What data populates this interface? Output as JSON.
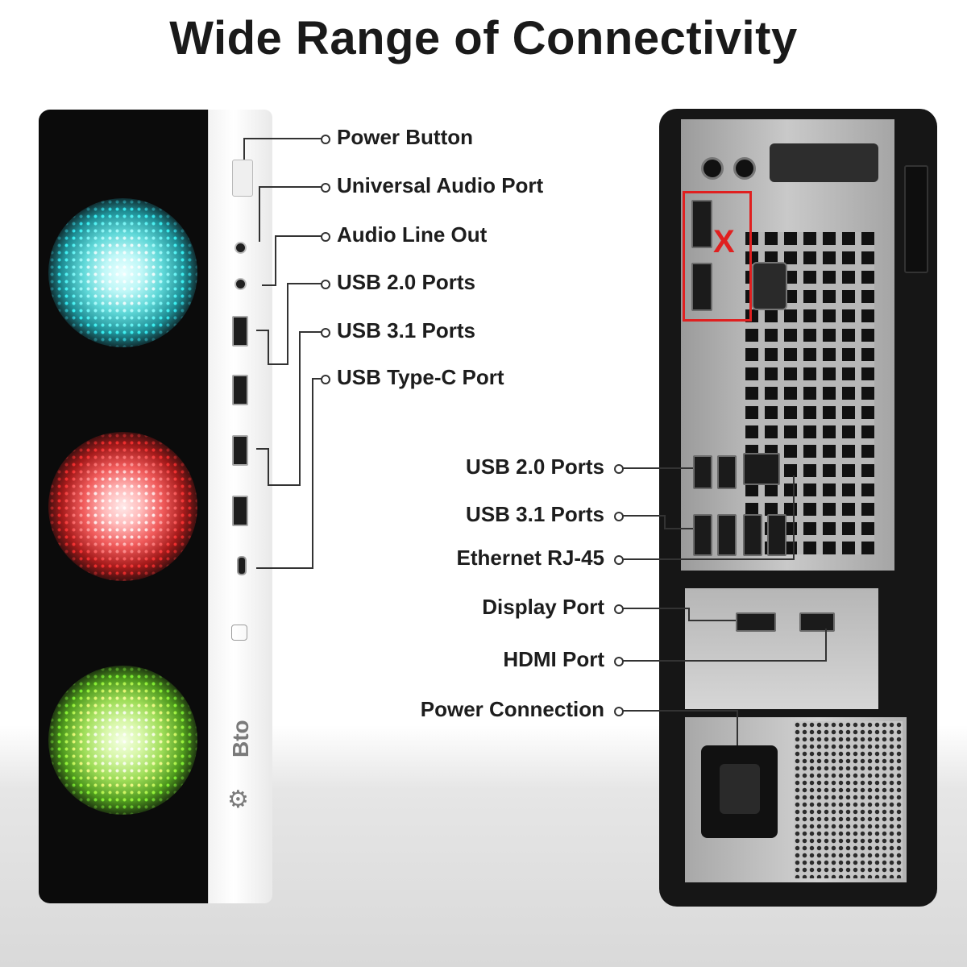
{
  "title": "Wide Range of Connectivity",
  "brand": "Bto",
  "front_callouts": [
    {
      "id": "power-button",
      "label": "Power Button"
    },
    {
      "id": "universal-audio-port",
      "label": "Universal Audio Port"
    },
    {
      "id": "audio-line-out",
      "label": "Audio Line Out"
    },
    {
      "id": "usb-20-ports-front",
      "label": "USB 2.0 Ports"
    },
    {
      "id": "usb-31-ports-front",
      "label": "USB 3.1 Ports"
    },
    {
      "id": "usb-type-c-port",
      "label": "USB Type-C Port"
    }
  ],
  "back_callouts": [
    {
      "id": "usb-20-ports-back",
      "label": "USB 2.0 Ports"
    },
    {
      "id": "usb-31-ports-back",
      "label": "USB 3.1 Ports"
    },
    {
      "id": "ethernet-rj45",
      "label": "Ethernet RJ-45"
    },
    {
      "id": "display-port",
      "label": "Display Port"
    },
    {
      "id": "hdmi-port",
      "label": "HDMI Port"
    },
    {
      "id": "power-connection",
      "label": "Power Connection"
    }
  ],
  "unavailable_mark": "X",
  "colors": {
    "fan_top": "#5fd8d8",
    "fan_middle": "#f05a5a",
    "fan_bottom": "#9edd58",
    "highlight": "#e02020"
  }
}
